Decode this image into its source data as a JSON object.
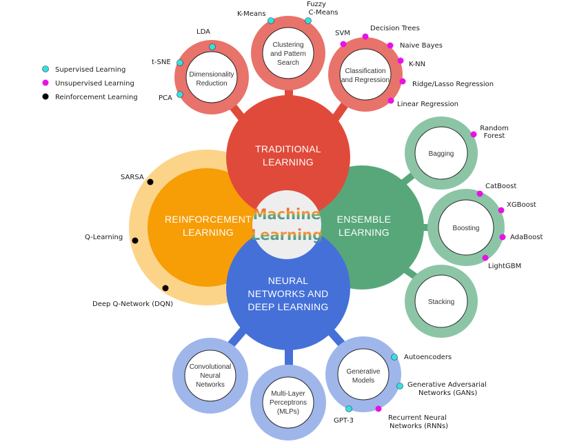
{
  "legend": {
    "items": [
      {
        "label": "Supervised Learning",
        "color": "#33e0e6"
      },
      {
        "label": "Unsupervised Learning",
        "color": "#e612e6"
      },
      {
        "label": "Reinforcement Learning",
        "color": "#000000"
      }
    ]
  },
  "colors": {
    "traditional": "#e04a3a",
    "traditional_ring": "#e8736a",
    "ensemble": "#57a77b",
    "ensemble_ring": "#8cc5a6",
    "neural": "#4470d8",
    "neural_ring": "#9fb6ea",
    "reinforcement": "#f79d06",
    "reinforcement_ring": "#fcd489",
    "center_fill": "#eeeeee"
  },
  "center": {
    "line1": "Machine",
    "line2": "Learning"
  },
  "categories": {
    "traditional": {
      "line1": "TRADITIONAL",
      "line2": "LEARNING"
    },
    "ensemble": {
      "line1": "ENSEMBLE",
      "line2": "LEARNING"
    },
    "neural": {
      "line1": "NEURAL",
      "line2": "NETWORKS AND",
      "line3": "DEEP LEARNING"
    },
    "reinforcement": {
      "line1": "REINFORCEMENT",
      "line2": "LEARNING"
    }
  },
  "subgroups": {
    "dimensionality": {
      "lines": [
        "Dimensionality",
        "Reduction"
      ]
    },
    "clustering": {
      "lines": [
        "Clustering",
        "and Pattern",
        "Search"
      ]
    },
    "classification": {
      "lines": [
        "Classification",
        "and Regression"
      ]
    },
    "bagging": {
      "lines": [
        "Bagging"
      ]
    },
    "boosting": {
      "lines": [
        "Boosting"
      ]
    },
    "stacking": {
      "lines": [
        "Stacking"
      ]
    },
    "cnn": {
      "lines": [
        "Convolutional",
        "Neural",
        "Networks"
      ]
    },
    "mlp": {
      "lines": [
        "Multi-Layer",
        "Perceptrons",
        "(MLPs)"
      ]
    },
    "generative": {
      "lines": [
        "Generative",
        "Models"
      ]
    }
  },
  "algorithms": {
    "lda": {
      "label": "LDA",
      "type": "supervised"
    },
    "tsne": {
      "label": "t-SNE",
      "type": "supervised"
    },
    "pca": {
      "label": "PCA",
      "type": "supervised"
    },
    "kmeans": {
      "label": "K-Means",
      "type": "supervised"
    },
    "fuzzy": {
      "line1": "Fuzzy",
      "line2": "C-Means",
      "type": "supervised"
    },
    "svm": {
      "label": "SVM",
      "type": "unsupervised"
    },
    "dtrees": {
      "label": "Decision Trees",
      "type": "unsupervised"
    },
    "nbayes": {
      "label": "Naive Bayes",
      "type": "unsupervised"
    },
    "knn": {
      "label": "K-NN",
      "type": "unsupervised"
    },
    "ridge": {
      "label": "Ridge/Lasso Regression",
      "type": "unsupervised"
    },
    "linreg": {
      "label": "Linear Regression",
      "type": "unsupervised"
    },
    "rforest": {
      "line1": "Random",
      "line2": "Forest",
      "type": "unsupervised"
    },
    "catboost": {
      "label": "CatBoost",
      "type": "unsupervised"
    },
    "xgboost": {
      "label": "XGBoost",
      "type": "unsupervised"
    },
    "adaboost": {
      "label": "AdaBoost",
      "type": "unsupervised"
    },
    "lightgbm": {
      "label": "LightGBM",
      "type": "unsupervised"
    },
    "sarsa": {
      "label": "SARSA",
      "type": "reinforcement"
    },
    "qlearning": {
      "label": "Q-Learning",
      "type": "reinforcement"
    },
    "dqn": {
      "label": "Deep Q-Network (DQN)",
      "type": "reinforcement"
    },
    "autoenc": {
      "label": "Autoencoders",
      "type": "supervised"
    },
    "gan": {
      "line1": "Generative Adversarial",
      "line2": "Networks (GANs)",
      "type": "supervised"
    },
    "gpt3": {
      "label": "GPT-3",
      "type": "supervised"
    },
    "rnn": {
      "line1": "Recurrent Neural",
      "line2": "Networks (RNNs)",
      "type": "unsupervised"
    }
  }
}
